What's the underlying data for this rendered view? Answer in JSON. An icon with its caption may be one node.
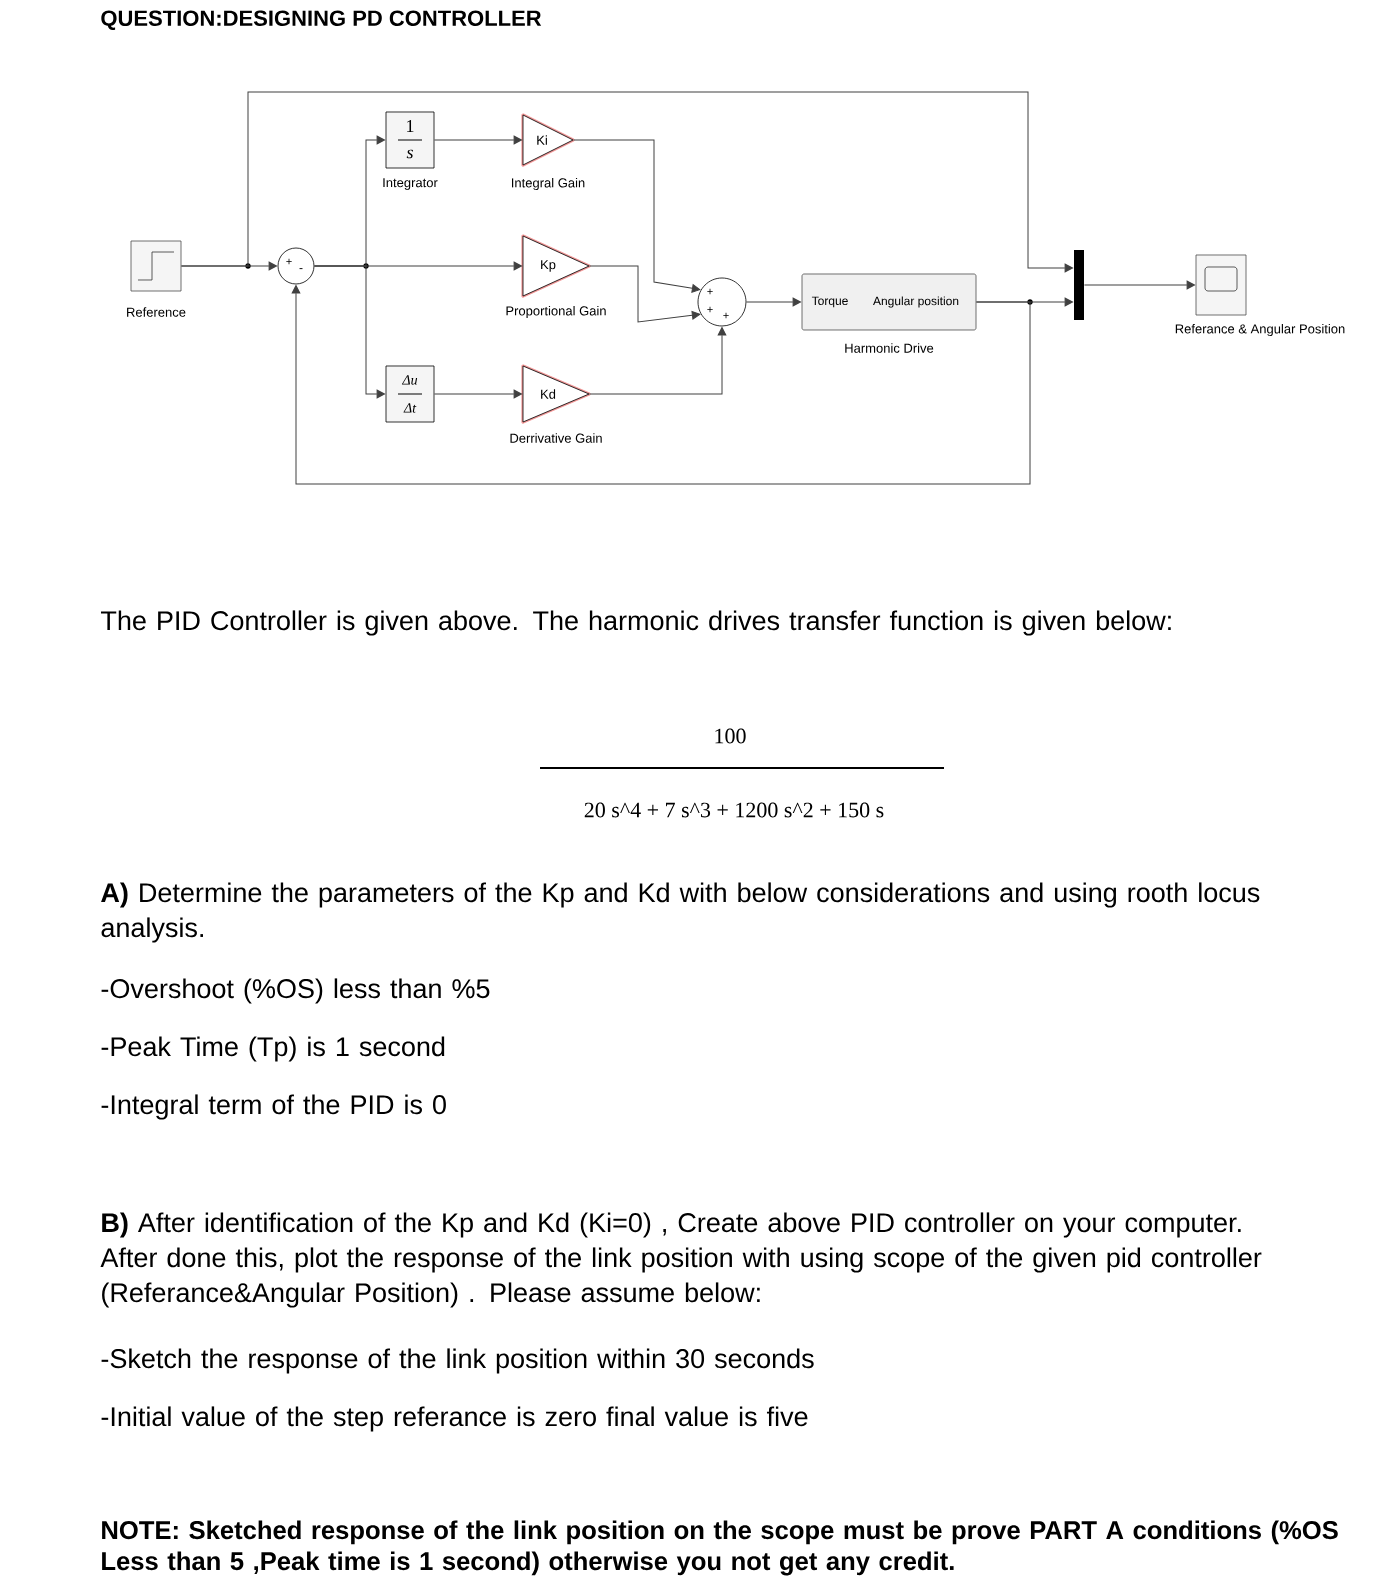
{
  "diagram": {
    "title": "QUESTION:DESIGNING PD CONTROLLER",
    "nodes": [
      {
        "text": [
          "Reference"
        ]
      },
      {
        "text": [
          "+",
          "-"
        ]
      },
      {
        "text": [
          "1",
          "s",
          "Integrator"
        ]
      },
      {
        "text": [
          "Ki",
          "Integral Gain"
        ]
      },
      {
        "text": [
          "Kp",
          "Proportional Gain"
        ]
      },
      {
        "text": [
          "Δu",
          "Δt"
        ]
      },
      {
        "text": [
          "Kd",
          "Derrivative Gain"
        ]
      },
      {
        "text": [
          "+",
          "+",
          "+"
        ]
      },
      {
        "text": [
          "Torque",
          "Angular position",
          "Harmonic Drive"
        ]
      },
      {
        "text": [],
        "shape": "bar"
      },
      {
        "text": [
          "Referance & Angular Position"
        ]
      }
    ],
    "edges": [
      {
        "from": 0,
        "to": 1,
        "arrow": "to"
      },
      {
        "from": 0,
        "to": 9,
        "arrow": "to"
      },
      {
        "from": 1,
        "to": 2,
        "arrow": "to"
      },
      {
        "from": 1,
        "to": 4,
        "arrow": "to"
      },
      {
        "from": 1,
        "to": 5,
        "arrow": "to"
      },
      {
        "from": 2,
        "to": 3,
        "arrow": "to"
      },
      {
        "from": 3,
        "to": 7,
        "arrow": "to"
      },
      {
        "from": 4,
        "to": 7,
        "arrow": "to"
      },
      {
        "from": 5,
        "to": 6,
        "arrow": "to"
      },
      {
        "from": 6,
        "to": 7,
        "arrow": "to"
      },
      {
        "from": 7,
        "to": 8,
        "arrow": "to"
      },
      {
        "from": 8,
        "to": 9,
        "arrow": "to"
      },
      {
        "from": 8,
        "to": 1,
        "arrow": "to"
      },
      {
        "from": 9,
        "to": 10,
        "arrow": "to"
      }
    ],
    "labels": [
      "The PID Controller is given above. The harmonic drives transfer function is given below:",
      "100",
      "20 s^4 + 7 s^3 + 1200 s^2 + 150 s",
      "**A)** Determine the parameters of the Kp and Kd with below considerations and using rooth locus analysis.",
      "-Overshoot (%OS) less than %5",
      "-Peak Time (Tp) is 1 second",
      "-Integral term of the PID is 0",
      "**B)** After identification of the Kp and Kd (Ki=0) , Create above PID controller on your computer. After done this, plot the response of the link position with using scope of the given pid controller (Referance&Angular Position) . Please assume below:",
      "-Sketch the response of the link position within 30 seconds",
      "-Initial value of the step referance is zero final value is five",
      "NOTE: Sketched response of the link position on the scope must be prove PART A conditions (%OS Less than 5 ,Peak time is 1 second) otherwise you not get any credit."
    ]
  }
}
